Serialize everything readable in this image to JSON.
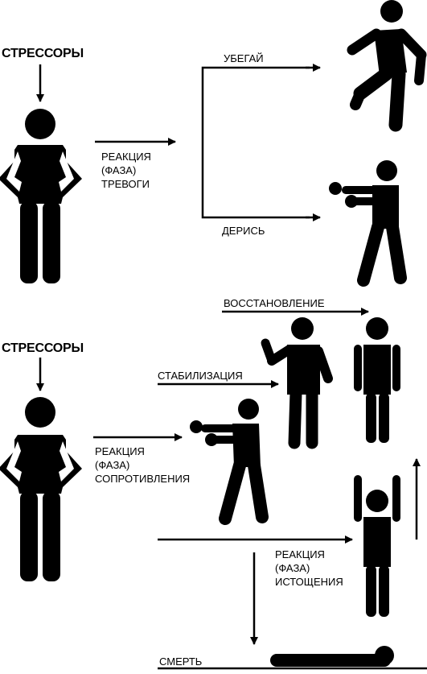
{
  "colors": {
    "ink": "#000000",
    "paper": "#ffffff"
  },
  "panel_top": {
    "stressors": "СТРЕССОРЫ",
    "alarm": {
      "line1": "РЕАКЦИЯ",
      "line2": "(ФАЗА)",
      "line3": "ТРЕВОГИ"
    },
    "flee": "УБЕГАЙ",
    "fight": "ДЕРИСЬ"
  },
  "panel_bottom": {
    "stressors": "СТРЕССОРЫ",
    "resistance": {
      "line1": "РЕАКЦИЯ",
      "line2": "(ФАЗА)",
      "line3": "СОПРОТИВЛЕНИЯ"
    },
    "recovery": "ВОССТАНОВЛЕНИЕ",
    "stabilization": "СТАБИЛИЗАЦИЯ",
    "exhaustion": {
      "line1": "РЕАКЦИЯ",
      "line2": "(ФАЗА)",
      "line3": "ИСТОЩЕНИЯ"
    },
    "death": "СМЕРТЬ"
  }
}
